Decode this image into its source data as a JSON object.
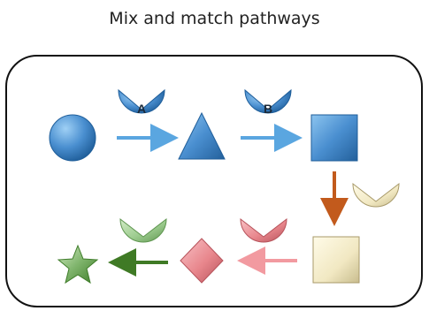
{
  "title": "Mix and match pathways",
  "enzymes": {
    "a_label": "A",
    "b_label": "B"
  },
  "colors": {
    "blue": "#4a8fd0",
    "blue_dark": "#1f5e9a",
    "cream": "#f3ecc9",
    "pink": "#e8868c",
    "green": "#9ccb8e",
    "green_dark": "#3f7d2a",
    "arrow_blue": "#5aa6e0",
    "arrow_brown": "#c25a1c",
    "arrow_pink": "#f29aa0",
    "arrow_green": "#3f7a25"
  },
  "pathway": [
    {
      "step": 1,
      "molecule": "circle",
      "color": "blue"
    },
    {
      "step": 2,
      "enzyme": "A",
      "molecule": "triangle",
      "color": "blue"
    },
    {
      "step": 3,
      "enzyme": "B",
      "molecule": "square",
      "color": "blue"
    },
    {
      "step": 4,
      "enzyme": "cream",
      "molecule": "square",
      "color": "cream"
    },
    {
      "step": 5,
      "enzyme": "pink",
      "molecule": "diamond",
      "color": "pink"
    },
    {
      "step": 6,
      "enzyme": "green",
      "molecule": "star",
      "color": "green"
    }
  ]
}
